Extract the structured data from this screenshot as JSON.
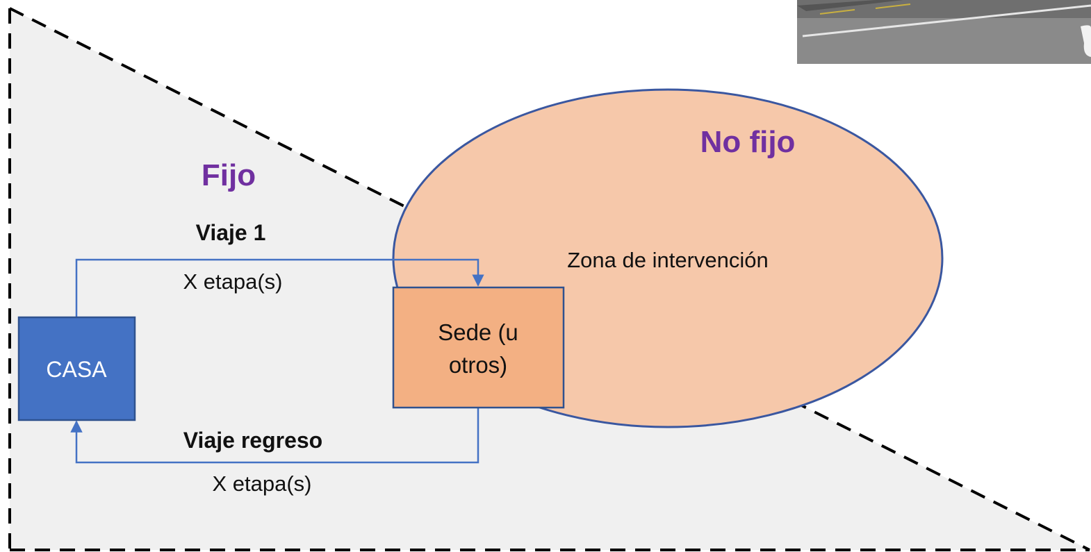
{
  "diagram": {
    "region_fixed_label": "Fijo",
    "region_nonfixed_label": "No fijo",
    "zone_label": "Zona de intervención",
    "home_node_label": "CASA",
    "site_node_line1": "Sede (u",
    "site_node_line2": "otros)",
    "trip_out_title": "Viaje 1",
    "trip_out_stages": "X etapa(s)",
    "trip_return_title": "Viaje regreso",
    "trip_return_stages": "X etapa(s)"
  },
  "colors": {
    "fixed_region_fill": "#f0f0f0",
    "dashed_border": "#000000",
    "ellipse_fill": "#f6c8aa",
    "ellipse_stroke": "#3a57a0",
    "home_node_fill": "#4472c4",
    "home_node_stroke": "#2f528f",
    "site_node_fill": "#f3b083",
    "site_node_stroke": "#2f528f",
    "arrow": "#4472c4",
    "label_accent": "#7030a0"
  }
}
